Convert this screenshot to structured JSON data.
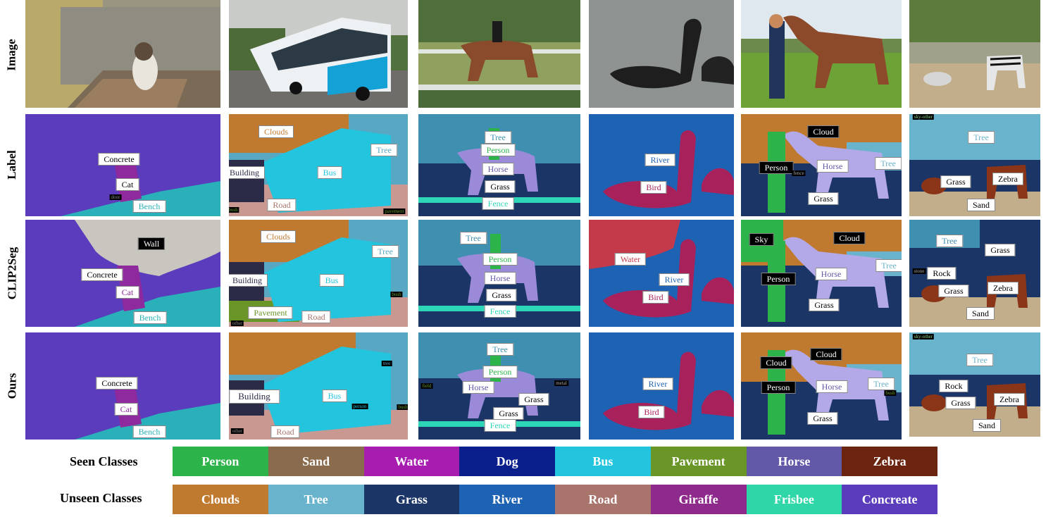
{
  "row_labels": [
    "Image",
    "Label",
    "CLIP2Seg",
    "Ours"
  ],
  "legend": {
    "seen_title": "Seen Classes",
    "unseen_title": "Unseen Classes",
    "seen": [
      {
        "label": "Person",
        "color": "#2cb34a"
      },
      {
        "label": "Sand",
        "color": "#8a6b4d"
      },
      {
        "label": "Water",
        "color": "#a61db0"
      },
      {
        "label": "Dog",
        "color": "#0a1e8c"
      },
      {
        "label": "Bus",
        "color": "#22c4de"
      },
      {
        "label": "Pavement",
        "color": "#6a9628"
      },
      {
        "label": "Horse",
        "color": "#6158a8"
      },
      {
        "label": "Zebra",
        "color": "#6b2410"
      }
    ],
    "unseen": [
      {
        "label": "Clouds",
        "color": "#c07a30"
      },
      {
        "label": "Tree",
        "color": "#6ab3cc"
      },
      {
        "label": "Grass",
        "color": "#1b3566"
      },
      {
        "label": "River",
        "color": "#1e62b4"
      },
      {
        "label": "Road",
        "color": "#a8746c"
      },
      {
        "label": "Giraffe",
        "color": "#8e2a8c"
      },
      {
        "label": "Frisbee",
        "color": "#2ed6a8"
      },
      {
        "label": "Concreate",
        "color": "#5a3cbc"
      }
    ]
  },
  "tags": {
    "label_cat": [
      "Concrete",
      "Cat",
      "Bench",
      "door"
    ],
    "label_bus": [
      "Clouds",
      "Tree",
      "Building",
      "Bus",
      "Road",
      "bush",
      "pavement"
    ],
    "label_horse": [
      "Tree",
      "Person",
      "Horse",
      "Grass",
      "Fence"
    ],
    "label_swan": [
      "River",
      "Bird"
    ],
    "label_girl": [
      "Cloud",
      "Person",
      "fence",
      "Horse",
      "Tree",
      "Grass"
    ],
    "label_zebra": [
      "sky-other",
      "Tree",
      "Grass",
      "Zebra",
      "Sand"
    ],
    "clip_cat": [
      "Wall",
      "Concrete",
      "Cat",
      "Bench"
    ],
    "clip_bus": [
      "Clouds",
      "Tree",
      "Building",
      "Bus",
      "Pavement",
      "Road",
      "bush",
      "other"
    ],
    "clip_horse": [
      "Tree",
      "Person",
      "Horse",
      "Grass",
      "Fence"
    ],
    "clip_swan": [
      "Water",
      "River",
      "Bird"
    ],
    "clip_girl": [
      "Sky",
      "Cloud",
      "Horse",
      "Tree",
      "Person",
      "Grass"
    ],
    "clip_zebra": [
      "Tree",
      "Grass",
      "Rock",
      "Grass",
      "Zebra",
      "Sand",
      "stone"
    ],
    "ours_cat": [
      "Concrete",
      "Cat",
      "Bench"
    ],
    "ours_bus": [
      "Building",
      "Bus",
      "Road",
      "person",
      "bush",
      "other",
      "tree"
    ],
    "ours_horse": [
      "Tree",
      "Person",
      "Horse",
      "Grass",
      "Grass",
      "Fence",
      "field",
      "metal"
    ],
    "ours_swan": [
      "River",
      "Bird"
    ],
    "ours_girl": [
      "Cloud",
      "Cloud",
      "Person",
      "Horse",
      "Tree",
      "Grass",
      "bush"
    ],
    "ours_zebra": [
      "sky-other",
      "Tree",
      "Rock",
      "Grass",
      "Zebra",
      "Sand"
    ]
  }
}
